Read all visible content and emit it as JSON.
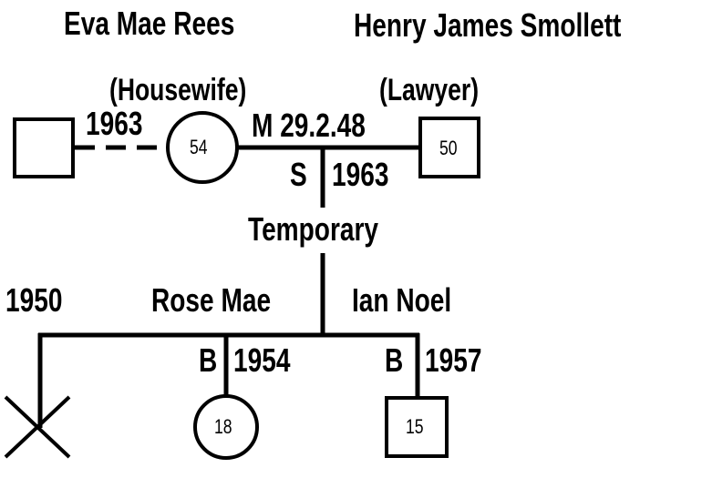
{
  "people": {
    "mother": {
      "name": "Eva Mae Rees",
      "occupation": "(Housewife)",
      "age": "54"
    },
    "father": {
      "name": "Henry James Smollett",
      "occupation": "(Lawyer)",
      "age": "50"
    },
    "mother_ex_partner": {
      "relationship_end": "1963"
    },
    "daughter": {
      "name": "Rose Mae",
      "birth": "B",
      "birth_year": "1954",
      "age": "18"
    },
    "son": {
      "name": "Ian Noel",
      "birth": "B",
      "birth_year": "1957",
      "age": "15"
    },
    "deceased_child": {
      "year": "1950"
    }
  },
  "relationship": {
    "marriage": "M 29.2.48",
    "separation": "S",
    "separation_year": "1963",
    "status": "Temporary"
  },
  "colors": {
    "ink": "#000000",
    "paper": "#ffffff"
  }
}
